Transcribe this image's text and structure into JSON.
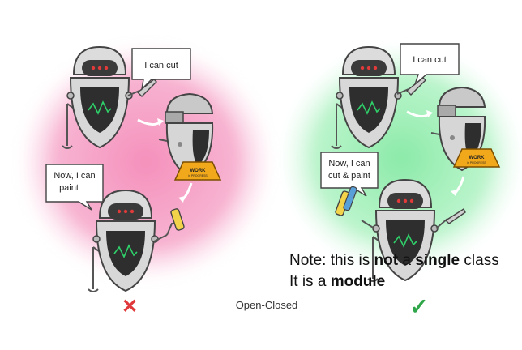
{
  "left_panel": {
    "speech1": "I can cut",
    "speech2_line1": "Now, I can",
    "speech2_line2": "paint",
    "sign_line1": "WORK",
    "sign_line2": "in PROGRESS",
    "verdict_symbol": "✕",
    "verdict_icon": "cross-icon",
    "verdict_color": "#e0383a",
    "blob_color": "#f06fa6"
  },
  "right_panel": {
    "speech1": "I can cut",
    "speech2_line1": "Now, I can",
    "speech2_line2": "cut & paint",
    "sign_line1": "WORK",
    "sign_line2": "in PROGRESS",
    "verdict_symbol": "✓",
    "verdict_icon": "check-icon",
    "verdict_color": "#2fa64a",
    "blob_color": "#5fdc85"
  },
  "center_label": "Open-Closed",
  "note": {
    "line1_parts": [
      "Note: this is ",
      "not",
      " a ",
      "single",
      " class"
    ],
    "line2_parts": [
      "It is a ",
      "module"
    ]
  }
}
